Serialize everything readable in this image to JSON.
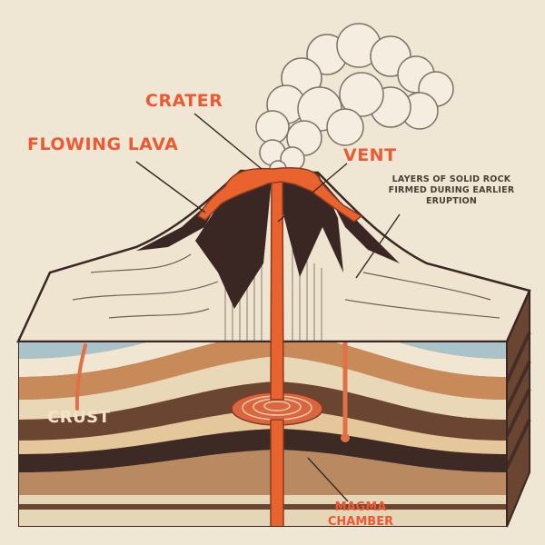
{
  "labels": {
    "crater": "CRATER",
    "flowing_lava": "FLOWING LAVA",
    "vent": "VENT",
    "layers": "LAYERS OF SOLID ROCK FIRMED DURING EARLIER ERUPTION",
    "crust": "CRUST",
    "magma_chamber": "MAGMA CHAMBER"
  },
  "colors": {
    "background": "#efe6d4",
    "label": "#ec5a34",
    "lava": "#e8632e",
    "magma": "#d9663e",
    "rock_dark": "#3a2723",
    "rock_light": "#eee4cf",
    "ground_blue": "#a9c3c9",
    "earth_brown": "#8a5a3c",
    "smoke": "#f4ede0"
  }
}
